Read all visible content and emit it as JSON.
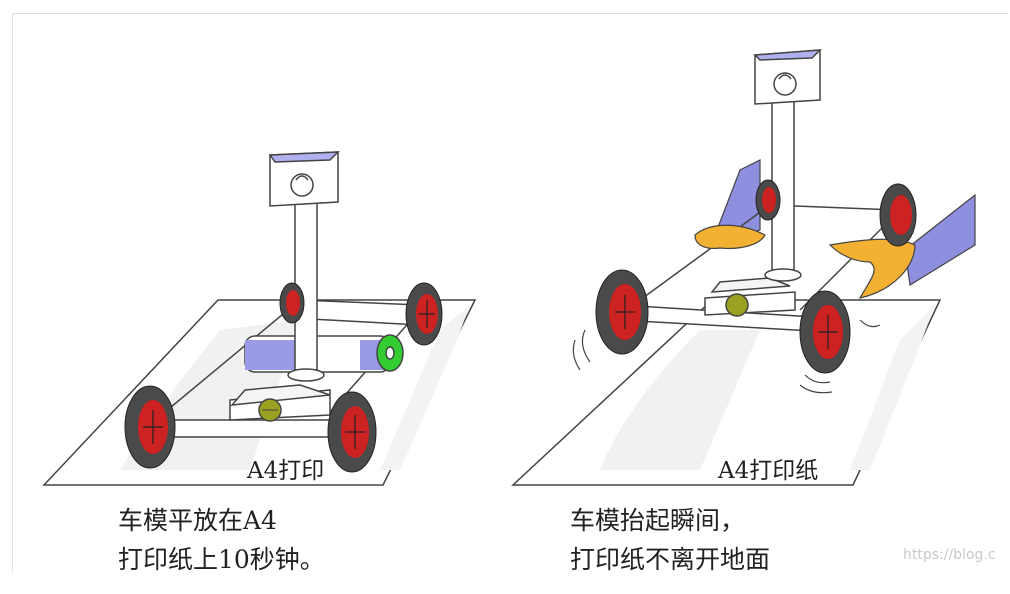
{
  "left_panel": {
    "paper_label": "A4打印",
    "caption_line1": "车模平放在A4",
    "caption_line2": "打印纸上10秒钟。"
  },
  "right_panel": {
    "paper_label": "A4打印纸",
    "caption_line1": "车模抬起瞬间，",
    "caption_line2": "打印纸不离开地面"
  },
  "watermark": "https://blog.c",
  "colors": {
    "wheel_hub": "#cc2222",
    "tire": "#444444",
    "gear": "#9aa020",
    "motor_green": "#33cc33",
    "blue_shade": "#8888dd",
    "hand_orange": "#f0b030",
    "paper_shade": "#f1f1f1"
  }
}
